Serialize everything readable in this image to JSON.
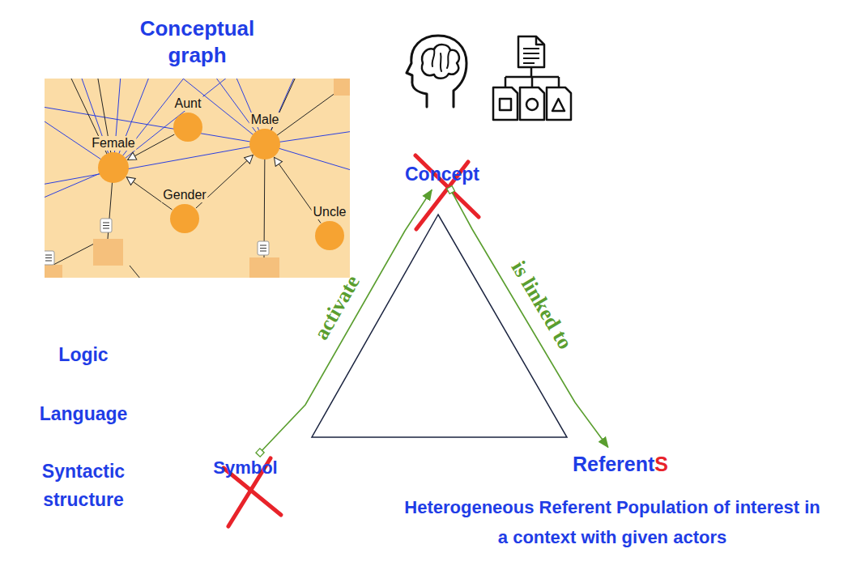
{
  "diagram": {
    "nodes": [
      {
        "text": [
          "Conceptual graph"
        ]
      },
      {
        "text": [
          "Aunt"
        ],
        "in": 0
      },
      {
        "text": [
          "Male"
        ],
        "in": 0
      },
      {
        "text": [
          "Female"
        ],
        "in": 0
      },
      {
        "text": [
          "Gender"
        ],
        "in": 0
      },
      {
        "text": [
          "Uncle"
        ],
        "in": 0
      },
      {
        "text": [
          "Concept"
        ]
      },
      {
        "text": [
          "Symbol"
        ]
      },
      {
        "text": [
          "ReferentS"
        ]
      }
    ],
    "edges": [
      {
        "from": 1,
        "to": 3,
        "arrow": "to"
      },
      {
        "from": 4,
        "to": 3,
        "arrow": "to"
      },
      {
        "from": 4,
        "to": 2,
        "arrow": "to"
      },
      {
        "from": 5,
        "to": 2,
        "arrow": "to"
      },
      {
        "from": 7,
        "to": 6,
        "label": "activate",
        "arrow": "to"
      },
      {
        "from": 6,
        "to": 8,
        "label": "is linked to",
        "arrow": "to"
      }
    ],
    "labels": [
      "Logic",
      "Language",
      "Syntactic structure",
      "Heterogeneous Referent Population of interest in a context with given actors"
    ]
  }
}
